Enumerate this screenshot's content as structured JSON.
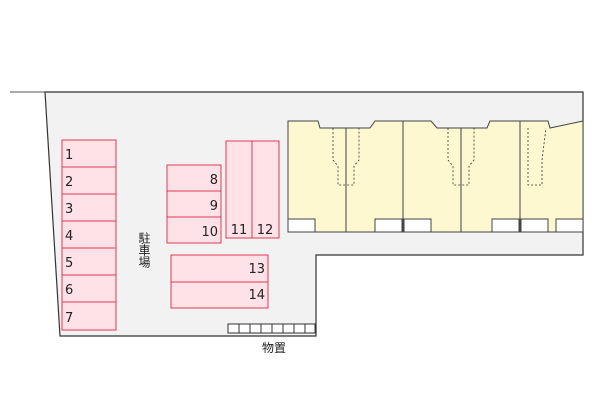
{
  "parking": {
    "label": "駐車場",
    "spaces": [
      "1",
      "2",
      "3",
      "4",
      "5",
      "6",
      "7",
      "8",
      "9",
      "10",
      "11",
      "12",
      "13",
      "14"
    ]
  },
  "storage": {
    "label": "物置"
  },
  "colors": {
    "site_fill": "#f2f2f2",
    "site_stroke": "#333333",
    "parking_fill": "#ffe1e8",
    "parking_stroke": "#dd3b55",
    "building_fill": "#fdf8cf",
    "building_stroke": "#444444"
  }
}
